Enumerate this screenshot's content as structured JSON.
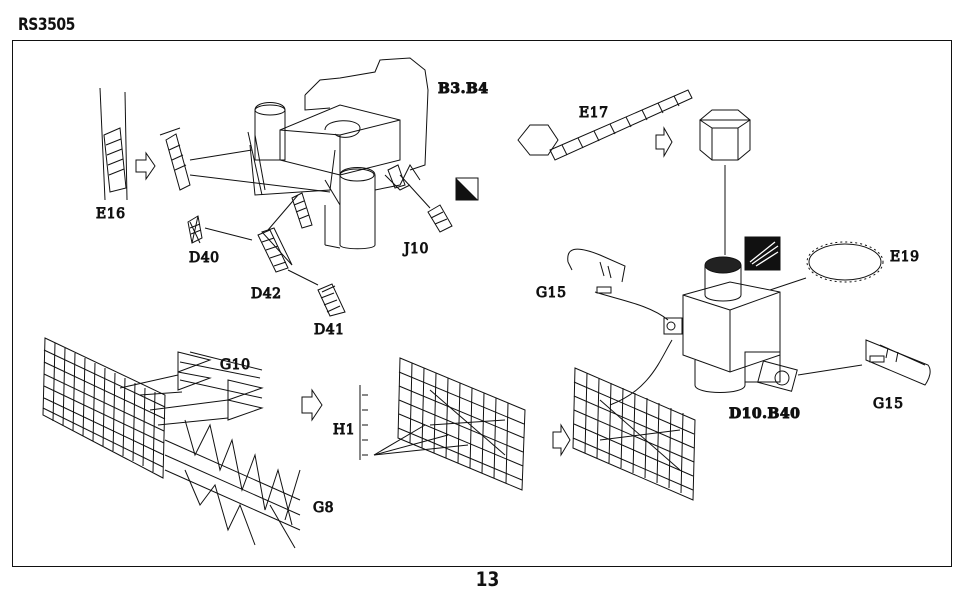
{
  "header": {
    "kit_code": "RS3505"
  },
  "footer": {
    "page_number": "13"
  },
  "labels": {
    "e16": "E16",
    "b3b4": "B3.B4",
    "d40": "D40",
    "d42": "D42",
    "d41": "D41",
    "j10": "J10",
    "e17": "E17",
    "e19": "E19",
    "g15_left": "G15",
    "g15_right": "G15",
    "d10b40": "D10.B40",
    "g10": "G10",
    "h1": "H1",
    "g8": "G8"
  },
  "icons": {
    "bend_step": "bend-symbol-icon",
    "glue_step": "glue-symbol-icon"
  }
}
